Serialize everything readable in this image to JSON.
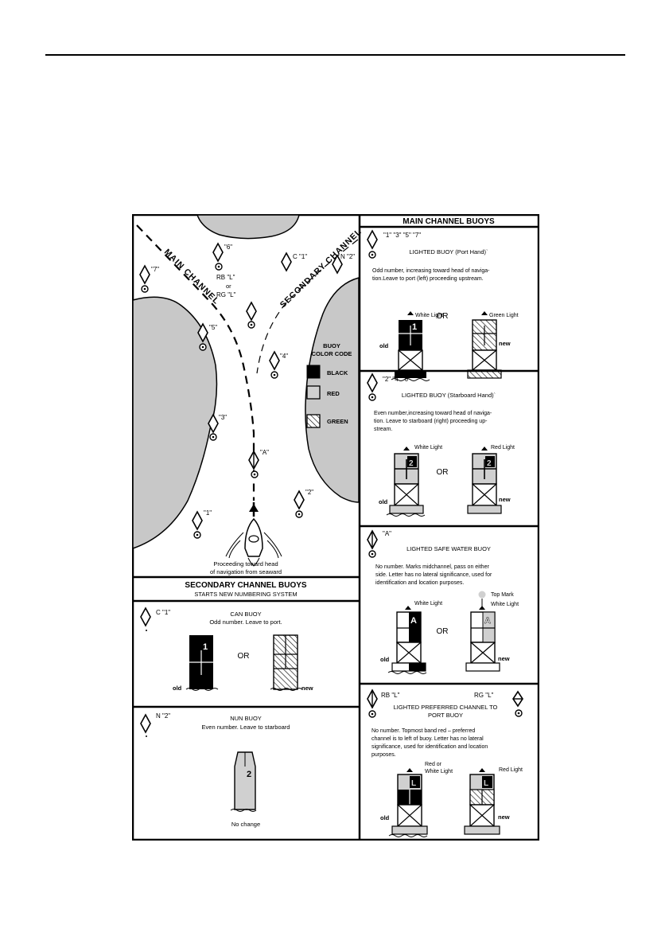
{
  "left_map": {
    "main_channel_label": "MAIN CHANNEL",
    "secondary_channel_label": "SECONDARY CHANNEL",
    "buoy_labels": {
      "b6": "\"6\"",
      "b7": "\"7\"",
      "c1": "C \"1\"",
      "n2": "N \"2\"",
      "rb_l": "RB  \"L\"",
      "or": "or",
      "rg_l": "RG  \"L\"",
      "b5": "\"5\"",
      "b4": "\"4\"",
      "b3": "\"3\"",
      "ba": "\"A\"",
      "b2": "\"2\"",
      "b1": "\"1\""
    },
    "legend": {
      "title_line1": "BUOY",
      "title_line2": "COLOR CODE",
      "black": "BLACK",
      "red": "RED",
      "green": "GREEN"
    },
    "proceeding_line1": "Proceeding toward head",
    "proceeding_line2": "of navigation from seaward"
  },
  "secondary": {
    "title": "SECONDARY CHANNEL BUOYS",
    "subtitle": "STARTS NEW NUMBERING SYSTEM",
    "can": {
      "label": "C  \"1\"",
      "title": "CAN  BUOY",
      "desc": "Odd number.  Leave to port.",
      "number": "1",
      "or": "OR",
      "old": "old",
      "new": "new"
    },
    "nun": {
      "label": "N   \"2\"",
      "title": "NUN BUOY",
      "desc": "Even number.  Leave to starboard",
      "number": "2",
      "no_change": "No change"
    }
  },
  "main_buoys": {
    "title": "MAIN CHANNEL BUOYS",
    "port": {
      "label": "\"1\"  \"3\"  \"5\"  \"7\"",
      "title": "LIGHTED BUOY (Port Hand)`",
      "desc1": "Odd number, increasing toward head of naviga-",
      "desc2": "tion.Leave to port (left) proceeding upstream.",
      "white_light": "White Light",
      "green_light": "Green Light",
      "number": "1",
      "or": "OR",
      "old": "old",
      "new": "new"
    },
    "starboard": {
      "label": "\"2\"  \"4\"  \"6\"",
      "title": "LIGHTED BUOY (Starboard Hand)`",
      "desc1": "Even number,increasing toward head of naviga-",
      "desc2": "tion. Leave to  starboard  (right) proceeding up-",
      "desc3": "stream.",
      "white_light": "White Light",
      "red_light": "Red Light",
      "number": "2",
      "or": "OR",
      "old": "old",
      "new": "new"
    },
    "safe_water": {
      "label": "\"A\"",
      "title": "LIGHTED SAFE WATER BUOY",
      "desc1": "No  number.  Marks midchannel, pass on  either",
      "desc2": "side. Letter has no lateral significance, used for",
      "desc3": "identification and location purposes.",
      "white_light": "White Light",
      "top_mark": "Top Mark",
      "white_light_new": "White Light",
      "letter": "A",
      "or": "OR",
      "old": "old",
      "new": "new"
    },
    "preferred": {
      "label_rb": "RB  \"L\"",
      "label_rg": "RG  \"L\"",
      "title1": "LIGHTED PREFERRED CHANNEL TO",
      "title2": "PORT BUOY",
      "desc1": "No  number.  Topmost band red – preferred",
      "desc2": "channel is to left of buoy. Letter has no lateral",
      "desc3": "significance, used for identification and location",
      "desc4": "purposes.",
      "red_or_line1": "Red or",
      "red_or_line2": "White Light",
      "red_light": "Red Light",
      "letter": "L",
      "old": "old",
      "new": "new"
    }
  },
  "colors": {
    "land": "#c8c8c8",
    "red_code": "#d0d0d0",
    "black_code": "#000000",
    "background": "#ffffff"
  }
}
